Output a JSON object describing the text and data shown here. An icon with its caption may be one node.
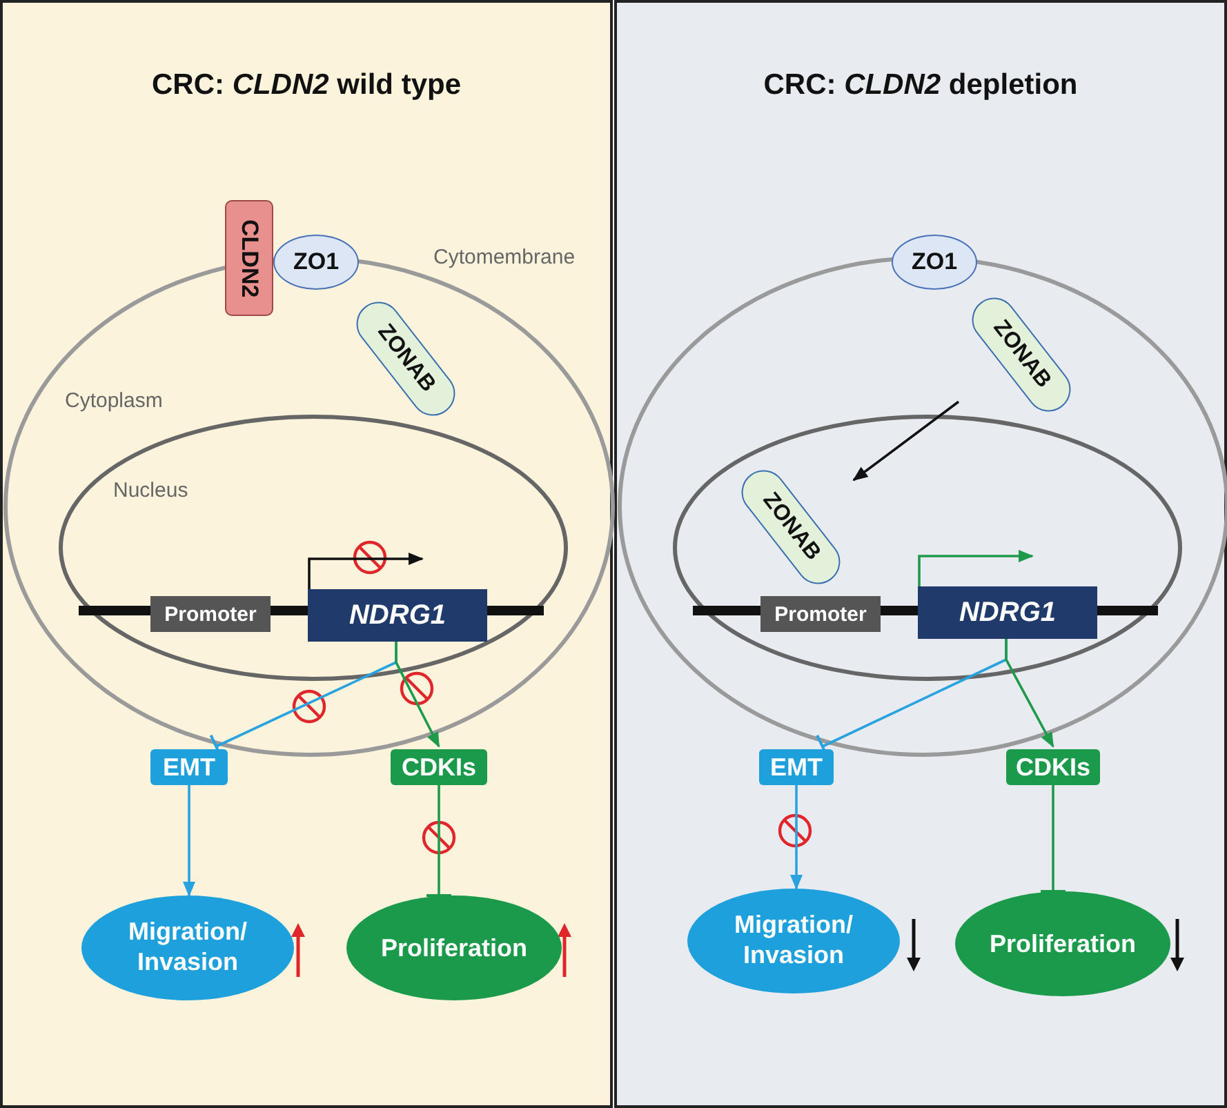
{
  "diagram": {
    "nodes": [
      {
        "text": [
          "CRC: *CLDN2* wild type"
        ]
      },
      {
        "text": [
          "CRC: *CLDN2* depletion"
        ]
      },
      {
        "text": [
          "CLDN2"
        ],
        "in": 0
      },
      {
        "text": [
          "ZO1"
        ],
        "in": 0
      },
      {
        "text": [
          "ZONAB"
        ],
        "in": 0
      },
      {
        "text": [
          "Promoter"
        ],
        "in": 0
      },
      {
        "text": [
          "NDRG1"
        ],
        "in": 0
      },
      {
        "text": [
          "EMT"
        ],
        "in": 0
      },
      {
        "text": [
          "CDKIs"
        ],
        "in": 0
      },
      {
        "text": [
          "Migration/ Invasion"
        ],
        "in": 0
      },
      {
        "text": [
          "Proliferation"
        ],
        "in": 0
      },
      {
        "text": [
          "ZO1"
        ],
        "in": 1
      },
      {
        "text": [
          "ZONAB"
        ],
        "in": 1
      },
      {
        "text": [
          "ZONAB"
        ],
        "in": 1
      },
      {
        "text": [
          "Promoter"
        ],
        "in": 1
      },
      {
        "text": [
          "NDRG1"
        ],
        "in": 1
      },
      {
        "text": [
          "EMT"
        ],
        "in": 1
      },
      {
        "text": [
          "CDKIs"
        ],
        "in": 1
      },
      {
        "text": [
          "Migration/ Invasion"
        ],
        "in": 1
      },
      {
        "text": [
          "Proliferation"
        ],
        "in": 1
      }
    ],
    "edges": [
      {
        "from": 6,
        "to": null,
        "arrow": "to",
        "color": "#111111"
      },
      {
        "from": 6,
        "to": 7,
        "arrow": "other",
        "color": "#29a3df"
      },
      {
        "from": 6,
        "to": 8,
        "arrow": "to",
        "color": "#1f9a4b"
      },
      {
        "from": 7,
        "to": 9,
        "arrow": "to",
        "color": "#29a3df"
      },
      {
        "from": 8,
        "to": 10,
        "arrow": "other",
        "color": "#1f9a4b"
      },
      {
        "from": 12,
        "to": 13,
        "arrow": "to",
        "color": "#111111"
      },
      {
        "from": 15,
        "to": null,
        "arrow": "to",
        "color": "#1f9a4b"
      },
      {
        "from": 15,
        "to": 16,
        "arrow": "other",
        "color": "#29a3df"
      },
      {
        "from": 15,
        "to": 17,
        "arrow": "to",
        "color": "#1f9a4b"
      },
      {
        "from": 16,
        "to": 18,
        "arrow": "to",
        "color": "#29a3df"
      },
      {
        "from": 17,
        "to": 19,
        "arrow": "other",
        "color": "#1f9a4b"
      }
    ],
    "labels": [
      "Cytomembrane",
      "Cytoplasm",
      "Nucleus"
    ]
  }
}
